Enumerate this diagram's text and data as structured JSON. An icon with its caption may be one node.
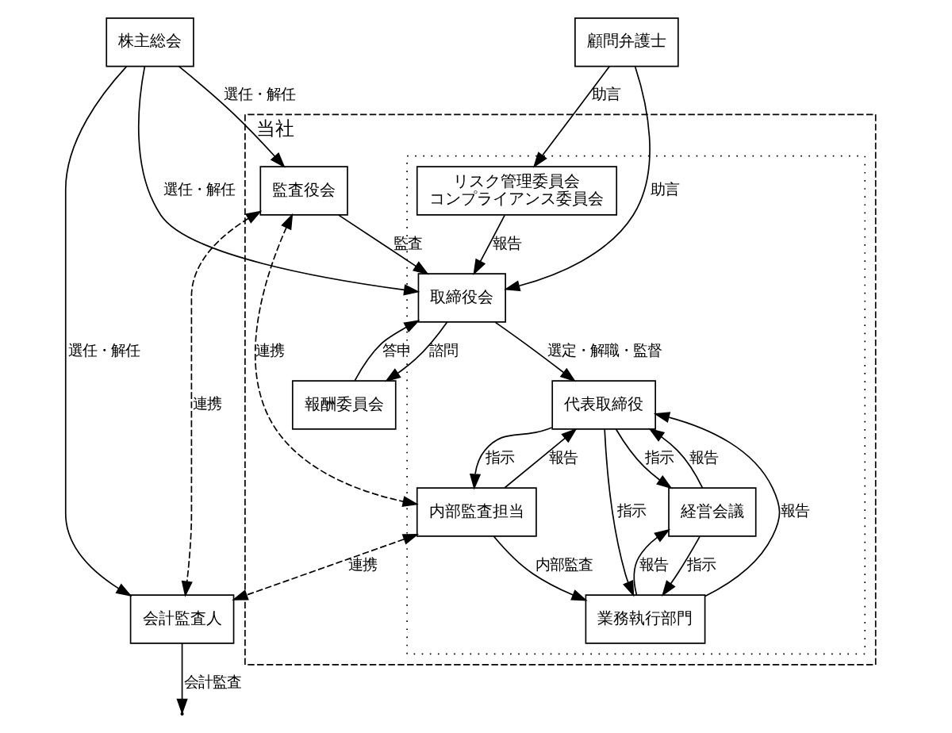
{
  "diagram": {
    "nodes": [
      {
        "text": [
          "株主総会"
        ]
      },
      {
        "text": [
          "当社"
        ]
      },
      {
        "text": [],
        "shape": "box",
        "in": 1
      },
      {
        "text": [
          "報酬委員会"
        ],
        "in": 1
      },
      {
        "text": [
          "監査役会"
        ],
        "in": 1
      },
      {
        "text": [
          "取締役会"
        ],
        "in": 2
      },
      {
        "text": [
          "リスク管理委員会",
          "コンプライアンス委員会"
        ],
        "in": 2
      },
      {
        "text": [
          "代表取締役"
        ],
        "in": 2
      },
      {
        "text": [
          "内部監査担当"
        ],
        "in": 2
      },
      {
        "text": [
          "経営会議"
        ],
        "in": 2
      },
      {
        "text": [
          "業務執行部門"
        ],
        "in": 2
      },
      {
        "text": [
          "顧問弁護士"
        ]
      },
      {
        "text": [
          "会計監査人"
        ]
      }
    ],
    "edges": [
      {
        "from": 0,
        "to": 5,
        "arrow": "to",
        "label": "選任・解任"
      },
      {
        "from": 0,
        "to": 4,
        "arrow": "to",
        "label": "選任・解任"
      },
      {
        "from": 0,
        "to": 12,
        "arrow": "to",
        "label": "選任・解任"
      },
      {
        "from": 4,
        "to": 5,
        "arrow": "to",
        "label": "監査"
      },
      {
        "from": 3,
        "to": 5,
        "arrow": "to",
        "label": "答申"
      },
      {
        "from": 5,
        "to": 3,
        "arrow": "to",
        "label": "諮問"
      },
      {
        "from": 11,
        "to": 5,
        "arrow": "to",
        "label": "助言"
      },
      {
        "from": 6,
        "to": 5,
        "arrow": "to",
        "label": "報告"
      },
      {
        "from": 11,
        "to": 6,
        "arrow": "to",
        "label": "助言"
      },
      {
        "from": 5,
        "to": 7,
        "arrow": "to",
        "label": "選定・解職・監督"
      },
      {
        "from": 4,
        "to": 8,
        "arrow": "both",
        "label": "連携",
        "style": "dashed"
      },
      {
        "from": 4,
        "to": 12,
        "arrow": "both",
        "label": "連携",
        "style": "dashed"
      },
      {
        "from": 12,
        "to": null,
        "arrow": "to",
        "label": "会計監査"
      },
      {
        "from": 7,
        "to": 8,
        "arrow": "to",
        "label": "指示"
      },
      {
        "from": 8,
        "to": 7,
        "arrow": "to",
        "label": "報告"
      },
      {
        "from": 8,
        "to": 12,
        "arrow": "both",
        "label": "連携",
        "style": "dashed"
      },
      {
        "from": 7,
        "to": 9,
        "arrow": "to",
        "label": "指示"
      },
      {
        "from": 9,
        "to": 7,
        "arrow": "to",
        "label": "報告"
      },
      {
        "from": 7,
        "to": 10,
        "arrow": "to",
        "label": "指示"
      },
      {
        "from": 10,
        "to": 7,
        "arrow": "to",
        "label": "報告"
      },
      {
        "from": 8,
        "to": 10,
        "arrow": "to",
        "label": "内部監査"
      },
      {
        "from": 9,
        "to": 10,
        "arrow": "to",
        "label": "指示"
      },
      {
        "from": 10,
        "to": 9,
        "arrow": "to",
        "label": "報告"
      }
    ]
  }
}
